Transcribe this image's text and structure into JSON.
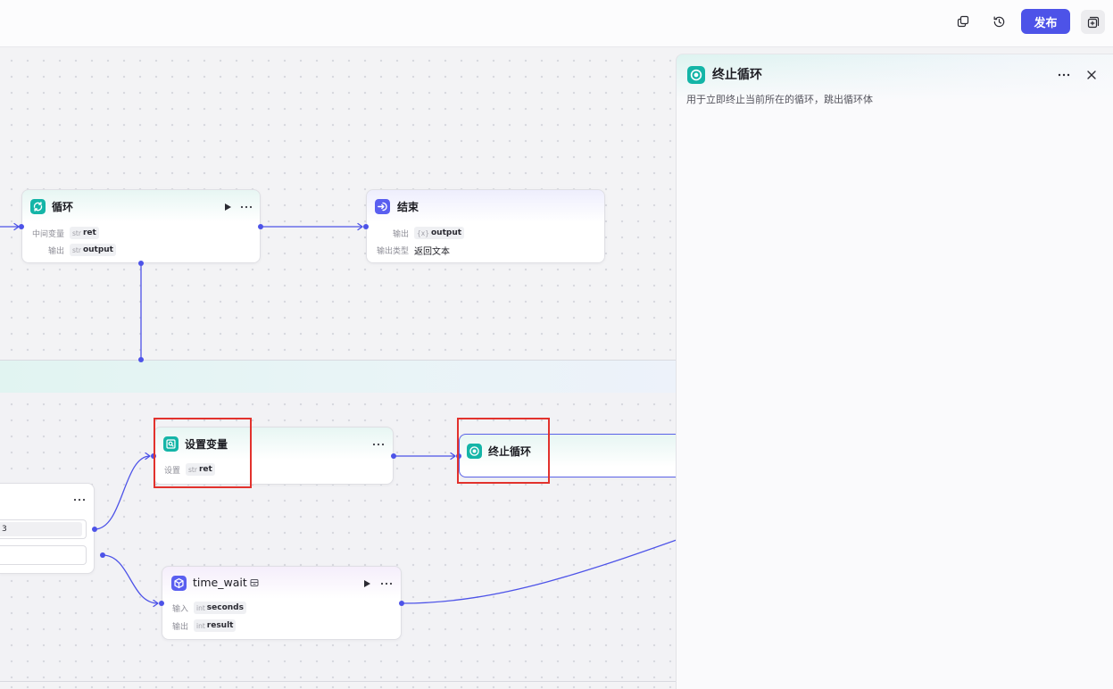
{
  "toolbar": {
    "publish_label": "发布",
    "icons": [
      "copy-icon",
      "history-icon",
      "panel-toggle-icon"
    ]
  },
  "colors": {
    "accent": "#4d53e8",
    "teal": "#14b5a7",
    "highlight": "#e2322d",
    "canvas": "#f3f3f5"
  },
  "nodes": {
    "loop": {
      "title": "循环",
      "icon": "loop-icon",
      "rows": [
        {
          "label": "中间变量",
          "type": "str",
          "name": "ret"
        },
        {
          "label": "输出",
          "type": "str",
          "name": "output"
        }
      ]
    },
    "end": {
      "title": "结束",
      "icon": "end-icon",
      "rows": [
        {
          "label": "输出",
          "type": "{x}",
          "name": "output"
        },
        {
          "label": "输出类型",
          "value": "返回文本"
        }
      ]
    },
    "set_variable": {
      "title": "设置变量",
      "icon": "set-variable-icon",
      "rows": [
        {
          "label": "设置",
          "type": "str",
          "name": "ret"
        }
      ]
    },
    "break_loop": {
      "title": "终止循环",
      "icon": "break-loop-icon"
    },
    "time_wait": {
      "title": "time_wait",
      "icon": "plugin-cube-icon",
      "rows": [
        {
          "label": "输入",
          "type": "int",
          "name": "seconds"
        },
        {
          "label": "输出",
          "type": "int",
          "name": "result"
        }
      ]
    },
    "condition_partial": {
      "inputs": [
        {
          "value": "3"
        },
        {
          "value": ""
        }
      ]
    }
  },
  "panel": {
    "title": "终止循环",
    "icon": "break-loop-icon",
    "description": "用于立即终止当前所在的循环，跳出循环体"
  }
}
